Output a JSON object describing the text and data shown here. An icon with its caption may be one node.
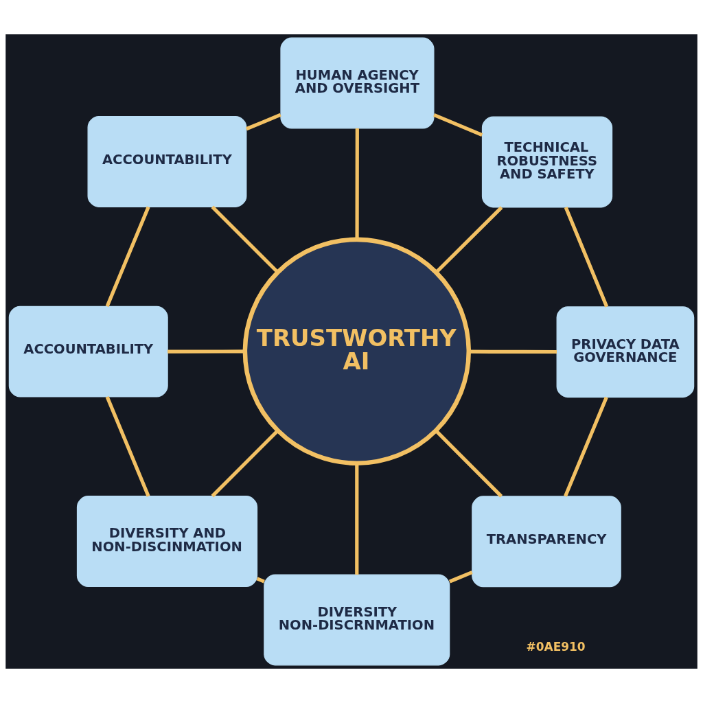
{
  "diagram": {
    "nodes": [
      {
        "text": [
          "TRUSTWORTHY AI"
        ]
      },
      {
        "text": [
          "HUMAN AGENCY AND OVERSIGHT"
        ]
      },
      {
        "text": [
          "TECHNICAL ROBUSTNESS AND SAFETY"
        ]
      },
      {
        "text": [
          "PRIVACY DATA GOVERNANCE"
        ]
      },
      {
        "text": [
          "TRANSPARENCY"
        ]
      },
      {
        "text": [
          "DIVERSITY NON-DISCRNMATION"
        ]
      },
      {
        "text": [
          "DIVERSITY AND NON-DISCINMATION"
        ]
      },
      {
        "text": [
          "ACCOUNTABILITY"
        ]
      },
      {
        "text": [
          "ACCOUNTABILITY"
        ]
      }
    ],
    "edges": [
      {
        "from": 0,
        "to": 1,
        "arrow": "none"
      },
      {
        "from": 0,
        "to": 2,
        "arrow": "none"
      },
      {
        "from": 0,
        "to": 3,
        "arrow": "none"
      },
      {
        "from": 0,
        "to": 4,
        "arrow": "none"
      },
      {
        "from": 0,
        "to": 5,
        "arrow": "none"
      },
      {
        "from": 0,
        "to": 6,
        "arrow": "none"
      },
      {
        "from": 0,
        "to": 7,
        "arrow": "none"
      },
      {
        "from": 0,
        "to": 8,
        "arrow": "none"
      },
      {
        "from": 1,
        "to": 2,
        "arrow": "none"
      },
      {
        "from": 2,
        "to": 3,
        "arrow": "none"
      },
      {
        "from": 3,
        "to": 4,
        "arrow": "none"
      },
      {
        "from": 4,
        "to": 5,
        "arrow": "none"
      },
      {
        "from": 5,
        "to": 6,
        "arrow": "none"
      },
      {
        "from": 6,
        "to": 7,
        "arrow": "none"
      },
      {
        "from": 7,
        "to": 8,
        "arrow": "none"
      },
      {
        "from": 8,
        "to": 1,
        "arrow": "none"
      }
    ],
    "labels": [
      "#0AE910"
    ]
  }
}
